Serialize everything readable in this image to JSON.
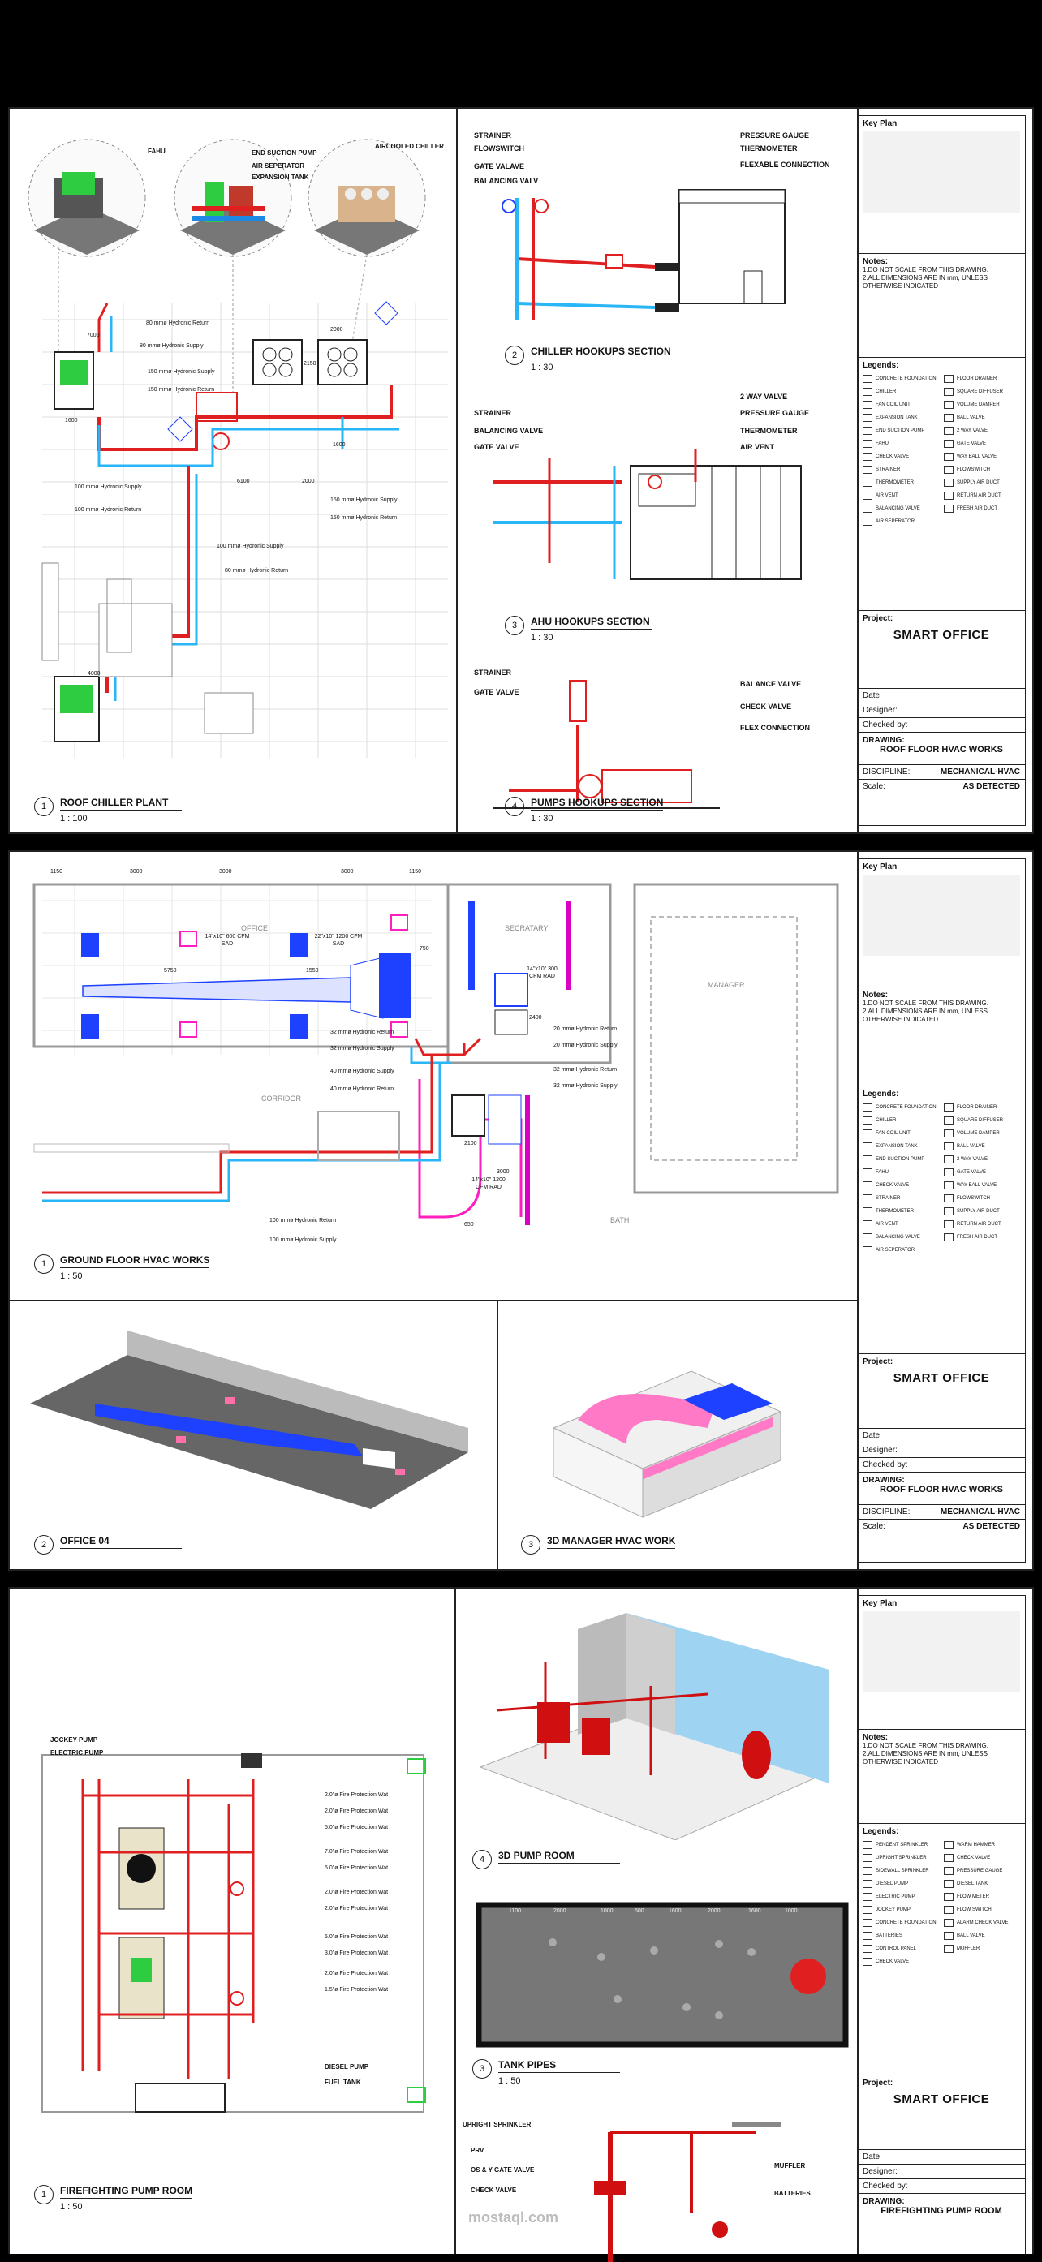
{
  "project": "SMART OFFICE",
  "titleblock_labels": {
    "key_plan": "Key Plan",
    "notes_title": "Notes:",
    "notes": [
      "1.DO NOT SCALE FROM THIS DRAWING.",
      "2.ALL DIMENSIONS ARE IN mm, UNLESS OTHERWISE INDICATED"
    ],
    "legends": "Legends:",
    "project": "Project:",
    "date": "Date:",
    "designer": "Designer:",
    "checked_by": "Checked by:",
    "drawing": "DRAWING:",
    "discipline": "DISCIPLINE:",
    "scale": "Scale:"
  },
  "sheets": [
    {
      "drawing": "ROOF FLOOR HVAC WORKS",
      "discipline": "MECHANICAL-HVAC",
      "scale": "AS DETECTED",
      "legend_left": [
        "CONCRETE FOUNDATION",
        "CHILLER",
        "FAN COIL UNIT",
        "EXPANSION TANK",
        "END SUCTION PUMP",
        "FAHU",
        "CHECK VALVE",
        "STRAINER",
        "THERMOMETER",
        "AIR VENT",
        "BALANCING VALVE",
        "AIR SEPERATOR"
      ],
      "legend_right": [
        "FLOOR DRAINER",
        "SQUARE DIFFUSER",
        "VOLUME DAMPER",
        "BALL VALVE",
        "2 WAY VALVE",
        "GATE VALVE",
        "WAY BALL VALVE",
        "FLOWSWITCH",
        "SUPPLY AIR DUCT",
        "RETURN AIR DUCT",
        "FRESH AIR DUCT"
      ],
      "views": {
        "v1": {
          "num": "1",
          "name": "ROOF CHILLER PLANT",
          "scale": "1 : 100"
        },
        "v2": {
          "num": "2",
          "name": "CHILLER HOOKUPS SECTION",
          "scale": "1 : 30"
        },
        "v3": {
          "num": "3",
          "name": "AHU HOOKUPS SECTION",
          "scale": "1 : 30"
        },
        "v4": {
          "num": "4",
          "name": "PUMPS HOOKUPS SECTION",
          "scale": "1 : 30"
        }
      },
      "callouts": {
        "fahu": "FAHU",
        "end_suction_pump": "END SUCTION PUMP",
        "air_seperator": "AIR SEPERATOR",
        "expansion_tank": "EXPANSION TANK",
        "aircooled_chiller": "AIRCOOLED CHILLER",
        "ch_strainer": "STRAINER",
        "ch_flowswitch": "FLOWSWITCH",
        "ch_gate": "GATE VALAVE",
        "ch_balancing": "BALANCING VALV",
        "ch_pressure": "PRESSURE GAUGE",
        "ch_thermo": "THERMOMETER",
        "ch_flex": "FLEXABLE CONNECTION",
        "ahu_2way": "2 WAY VALVE",
        "ahu_strainer": "STRAINER",
        "ahu_pressure": "PRESSURE GAUGE",
        "ahu_balancing": "BALANCING VALVE",
        "ahu_thermo": "THERMOMETER",
        "ahu_gate": "GATE VALVE",
        "ahu_airvent": "AIR VENT",
        "pu_strainer": "STRAINER",
        "pu_gate": "GATE VALVE",
        "pu_balance": "BALANCE VALVE",
        "pu_check": "CHECK VALVE",
        "pu_flex": "FLEX CONNECTION"
      },
      "pipe_notes": [
        "80 mmø Hydronic Return",
        "80 mmø Hydronic Supply",
        "150 mmø Hydronic Supply",
        "150 mmø Hydronic Return",
        "100 mmø Hydronic Supply",
        "100 mmø Hydronic Return",
        "150 mmø Hydronic Supply",
        "150 mmø Hydronic Return",
        "100 mmø Hydronic Supply",
        "80 mmø Hydronic Return"
      ],
      "dims": [
        "7000",
        "2150",
        "2000",
        "6100",
        "2000",
        "1600",
        "1600",
        "4000"
      ]
    },
    {
      "drawing": "ROOF FLOOR HVAC WORKS",
      "discipline": "MECHANICAL-HVAC",
      "scale": "AS DETECTED",
      "legend_left": [
        "CONCRETE FOUNDATION",
        "CHILLER",
        "FAN COIL UNIT",
        "EXPANSION TANK",
        "END SUCTION PUMP",
        "FAHU",
        "CHECK VALVE",
        "STRAINER",
        "THERMOMETER",
        "AIR VENT",
        "BALANCING VALVE",
        "AIR SEPERATOR"
      ],
      "legend_right": [
        "FLOOR DRAINER",
        "SQUARE DIFFUSER",
        "VOLUME DAMPER",
        "BALL VALVE",
        "2 WAY VALVE",
        "GATE VALVE",
        "WAY BALL VALVE",
        "FLOWSWITCH",
        "SUPPLY AIR DUCT",
        "RETURN AIR DUCT",
        "FRESH AIR DUCT"
      ],
      "views": {
        "v1": {
          "num": "1",
          "name": "GROUND FLOOR HVAC WORKS",
          "scale": "1 : 50"
        },
        "v2": {
          "num": "2",
          "name": "OFFICE 04",
          "scale": ""
        },
        "v3": {
          "num": "3",
          "name": "3D MANAGER HVAC WORK",
          "scale": ""
        }
      },
      "rooms": [
        "OFFICE",
        "SECRATARY",
        "MANAGER",
        "CORRIDOR",
        "BATH"
      ],
      "duct_notes": [
        "14\"x10\" 600 CFM SAD",
        "22\"x10\" 1200 CFM SAD",
        "14\"x10\" 300 CFM RAD",
        "14\"x10\" 1200 CFM RAD"
      ],
      "pipe_notes": [
        "32 mmø Hydronic Return",
        "32 mmø Hydronic Supply",
        "20 mmø Hydronic Return",
        "20 mmø Hydronic Supply",
        "40 mmø Hydronic Supply",
        "40 mmø Hydronic Return",
        "32 mmø Hydronic Return",
        "32 mmø Hydronic Supply",
        "100 mmø Hydronic Return",
        "100 mmø Hydronic Supply"
      ],
      "dims": [
        "1150",
        "3000",
        "3000",
        "3000",
        "1150",
        "5750",
        "1550",
        "750",
        "2400",
        "2100",
        "3000",
        "650"
      ]
    },
    {
      "drawing": "FIREFIGHTING PUMP ROOM",
      "discipline": "",
      "scale": "",
      "legend_left": [
        "PENDENT SPRINKLER",
        "UPRIGHT SPRINKLER",
        "SIDEWALL SPRINKLER",
        "DIESEL PUMP",
        "ELECTRIC PUMP",
        "JOCKEY PUMP",
        "CONCRETE FOUNDATION",
        "BATTERIES",
        "CONTROL PANEL",
        "CHECK VALVE"
      ],
      "legend_right": [
        "WARM HAMMER",
        "CHECK VALVE",
        "PRESSURE GAUGE",
        "DIESEL TANK",
        "FLOW METER",
        "FLOW SWITCH",
        "ALARM CHECK VALVE",
        "BALL VALVE",
        "MUFFLER"
      ],
      "views": {
        "v1": {
          "num": "1",
          "name": "FIREFIGHTING PUMP ROOM",
          "scale": "1 : 50"
        },
        "v3": {
          "num": "3",
          "name": "TANK PIPES",
          "scale": "1 : 50"
        },
        "v4": {
          "num": "4",
          "name": "3D PUMP ROOM",
          "scale": ""
        }
      },
      "callouts": {
        "jockey": "JOCKEY PUMP",
        "electric": "ELECTRIC PUMP",
        "diesel": "DIESEL PUMP",
        "fuel": "FUEL TANK",
        "upright": "UPRIGHT SPRINKLER",
        "prv": "PRV",
        "os_gate": "OS & Y GATE VALVE",
        "check": "CHECK VALVE",
        "muffler": "MUFFLER",
        "batteries": "BATTERIES"
      },
      "fp_notes": [
        "2.0\"ø Fire Protection Wat",
        "2.0\"ø Fire Protection Wat",
        "5.0\"ø Fire Protection Wat",
        "7.0\"ø Fire Protection Wat",
        "5.0\"ø Fire Protection Wat",
        "2.0\"ø Fire Protection Wat",
        "2.0\"ø Fire Protection Wat",
        "5.0\"ø Fire Protection Wat",
        "3.0\"ø Fire Protection Wat",
        "2.0\"ø Fire Protection Wat",
        "1.5\"ø Fire Protection Wat"
      ],
      "dims": [
        "1100",
        "2000",
        "1000",
        "600",
        "1600",
        "2000",
        "1600",
        "1000"
      ],
      "watermark": "mostaql.com"
    }
  ]
}
